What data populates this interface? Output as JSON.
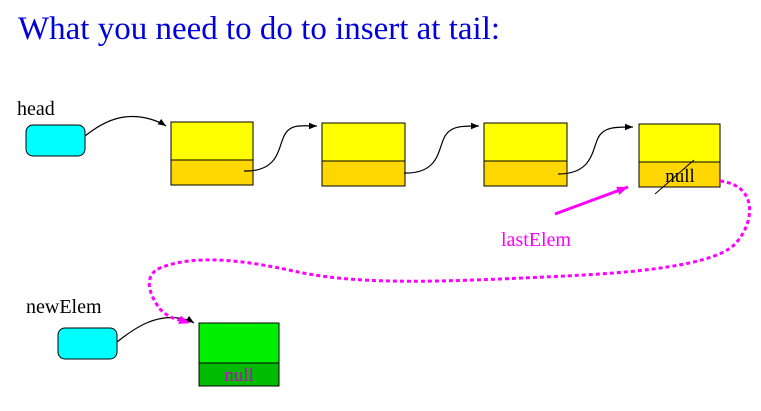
{
  "title": "What you need to do to insert at tail:",
  "labels": {
    "head": "head",
    "new_elem": "newElem",
    "last_elem": "lastElem"
  },
  "nodes": {
    "tail_next": "null",
    "new_next": "null"
  },
  "colors": {
    "title": "#0000dd",
    "pointer_box": "#00ffff",
    "node_data": "#ffff00",
    "node_next": "#ffd700",
    "new_data": "#00ee00",
    "new_next": "#00bb00",
    "highlight": "#ff00ff",
    "stroke": "#000000"
  }
}
